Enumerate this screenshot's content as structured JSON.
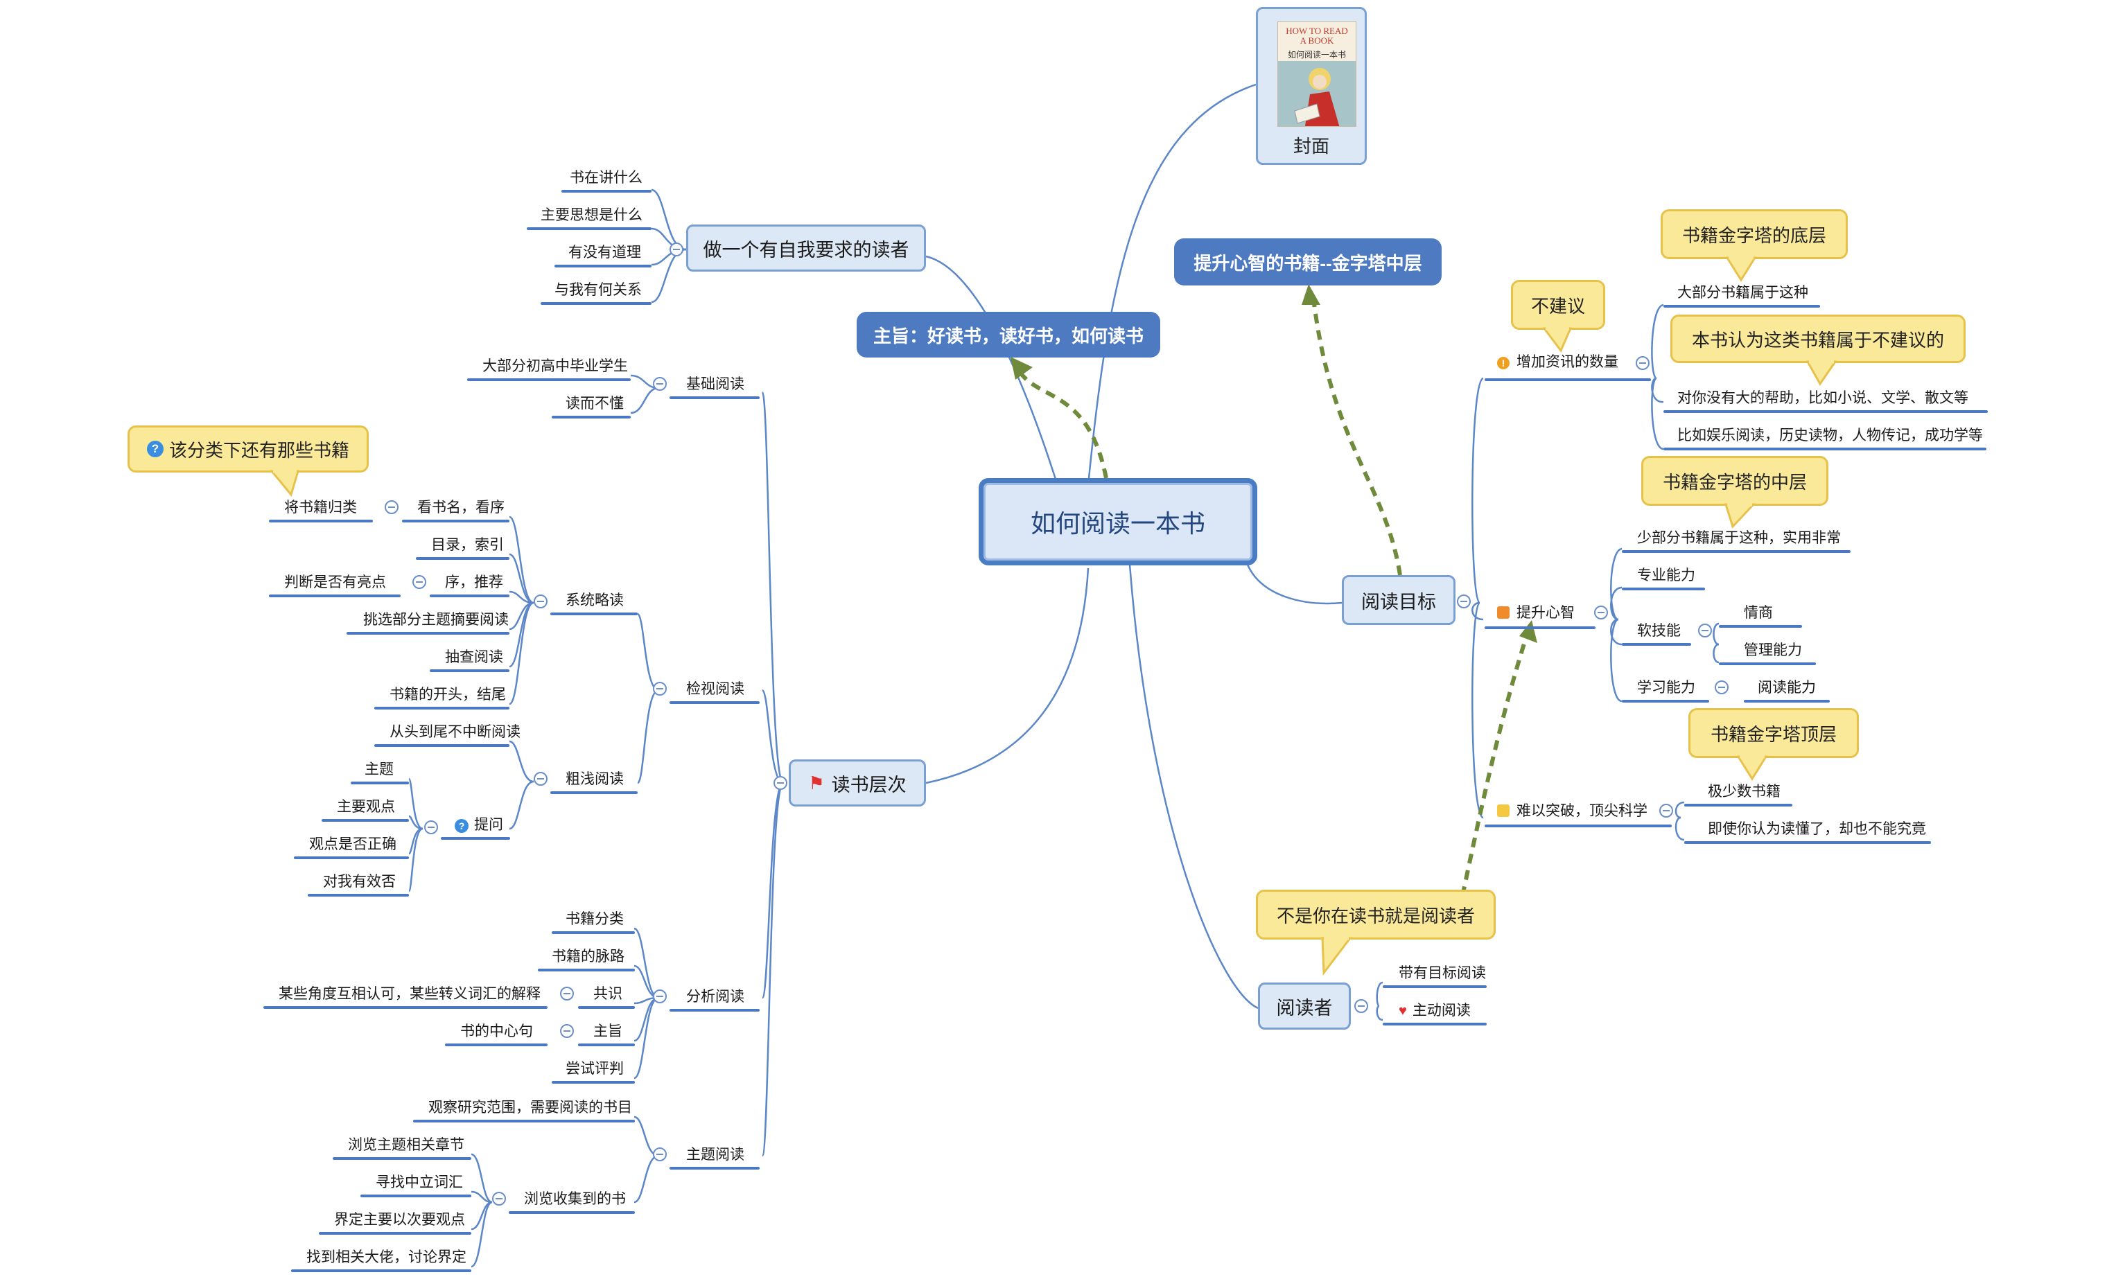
{
  "center": "如何阅读一本书",
  "theme": "主旨：好读书，读好书，如何读书",
  "pyramid_mid_label": "提升心智的书籍--金字塔中层",
  "cover": {
    "label": "封面",
    "book_en_1": "HOW TO READ",
    "book_en_2": "A BOOK",
    "book_cn": "如何阅读一本书"
  },
  "self_reader": {
    "title": "做一个有自我要求的读者",
    "items": [
      "书在讲什么",
      "主要思想是什么",
      "有没有道理",
      "与我有何关系"
    ]
  },
  "levels": {
    "title": "读书层次",
    "basic": {
      "title": "基础阅读",
      "items": [
        "大部分初高中毕业学生",
        "读而不懂"
      ]
    },
    "inspect": {
      "title": "检视阅读",
      "systematic": {
        "title": "系统略读",
        "items": [
          "看书名，看序",
          "目录，索引",
          "序，推荐",
          "挑选部分主题摘要阅读",
          "抽查阅读",
          "书籍的开头，结尾"
        ],
        "sub_classify": "将书籍归类",
        "sub_highlight": "判断是否有亮点"
      },
      "shallow": {
        "title": "粗浅阅读",
        "items": [
          "从头到尾不中断阅读"
        ],
        "ask": {
          "title": "提问",
          "items": [
            "主题",
            "主要观点",
            "观点是否正确",
            "对我有效否"
          ]
        }
      }
    },
    "analytic": {
      "title": "分析阅读",
      "items": [
        "书籍分类",
        "书籍的脉路",
        "共识",
        "主旨",
        "尝试评判"
      ],
      "consensus_detail": "某些角度互相认可，某些转义词汇的解释",
      "theme_detail": "书的中心句"
    },
    "topic": {
      "title": "主题阅读",
      "items": [
        "观察研究范围，需要阅读的书目",
        "浏览收集到的书"
      ],
      "browse": [
        "浏览主题相关章节",
        "寻找中立词汇",
        "界定主要以次要观点",
        "找到相关大佬，讨论界定"
      ]
    }
  },
  "goal": {
    "title": "阅读目标",
    "info": {
      "title": "增加资讯的数量",
      "items": [
        "大部分书籍属于这种",
        "对你没有大的帮助，比如小说、文学、散文等",
        "比如娱乐阅读，历史读物，人物传记，成功学等"
      ]
    },
    "mind": {
      "title": "提升心智",
      "items": [
        "少部分书籍属于这种，实用非常",
        "专业能力",
        "软技能",
        "学习能力"
      ],
      "soft": [
        "情商",
        "管理能力"
      ],
      "learn": [
        "阅读能力"
      ]
    },
    "science": {
      "title": "难以突破，顶尖科学",
      "items": [
        "极少数书籍",
        "即使你认为读懂了，却也不能究竟"
      ]
    }
  },
  "reader": {
    "title": "阅读者",
    "items": [
      "带有目标阅读",
      "主动阅读"
    ]
  },
  "notes": {
    "classify_q": "该分类下还有那些书籍",
    "bottom": "书籍金字塔的底层",
    "not_recommend": "不建议",
    "not_recommend_detail": "本书认为这类书籍属于不建议的",
    "middle": "书籍金字塔的中层",
    "top": "书籍金字塔顶层",
    "reader_note": "不是你在读书就是阅读者"
  },
  "colors": {
    "center_border": "#4a7cc4",
    "node_fill": "#dde8f6",
    "line": "#4a78c2",
    "note_fill": "#fbe99a",
    "arrow": "#6e8a3a",
    "blue_label": "#4e7ac2"
  },
  "icons": {
    "question": "question-icon",
    "exclamation": "exclamation-icon",
    "flag": "flag-icon",
    "heart": "heart-icon",
    "picture": "image-icon",
    "calendar": "calendar-icon"
  }
}
